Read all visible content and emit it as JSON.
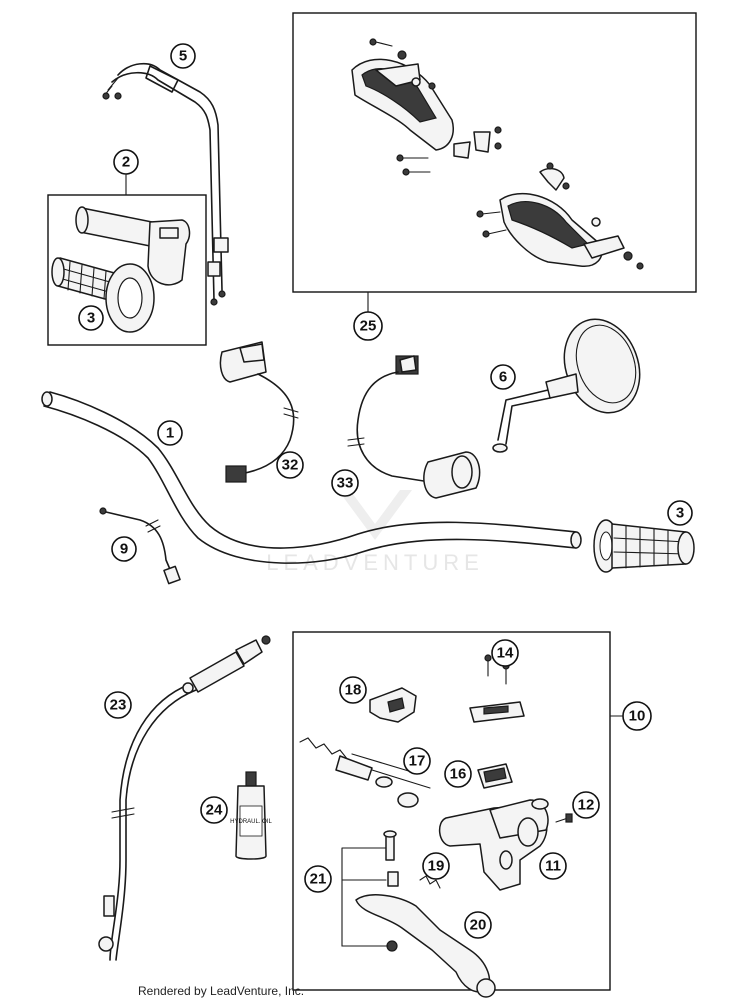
{
  "watermark": "LEADVENTURE",
  "footer": "Rendered by LeadVenture, Inc.",
  "bottle_label": "HYDRAUL. OIL",
  "callouts": [
    {
      "id": "c1",
      "label": "1"
    },
    {
      "id": "c2",
      "label": "2"
    },
    {
      "id": "c3a",
      "label": "3"
    },
    {
      "id": "c3b",
      "label": "3"
    },
    {
      "id": "c5",
      "label": "5"
    },
    {
      "id": "c6",
      "label": "6"
    },
    {
      "id": "c9",
      "label": "9"
    },
    {
      "id": "c10",
      "label": "10"
    },
    {
      "id": "c11",
      "label": "11"
    },
    {
      "id": "c12",
      "label": "12"
    },
    {
      "id": "c14",
      "label": "14"
    },
    {
      "id": "c16",
      "label": "16"
    },
    {
      "id": "c17",
      "label": "17"
    },
    {
      "id": "c18",
      "label": "18"
    },
    {
      "id": "c19",
      "label": "19"
    },
    {
      "id": "c20",
      "label": "20"
    },
    {
      "id": "c21",
      "label": "21"
    },
    {
      "id": "c23",
      "label": "23"
    },
    {
      "id": "c24",
      "label": "24"
    },
    {
      "id": "c25",
      "label": "25"
    },
    {
      "id": "c32",
      "label": "32"
    },
    {
      "id": "c33",
      "label": "33"
    }
  ]
}
